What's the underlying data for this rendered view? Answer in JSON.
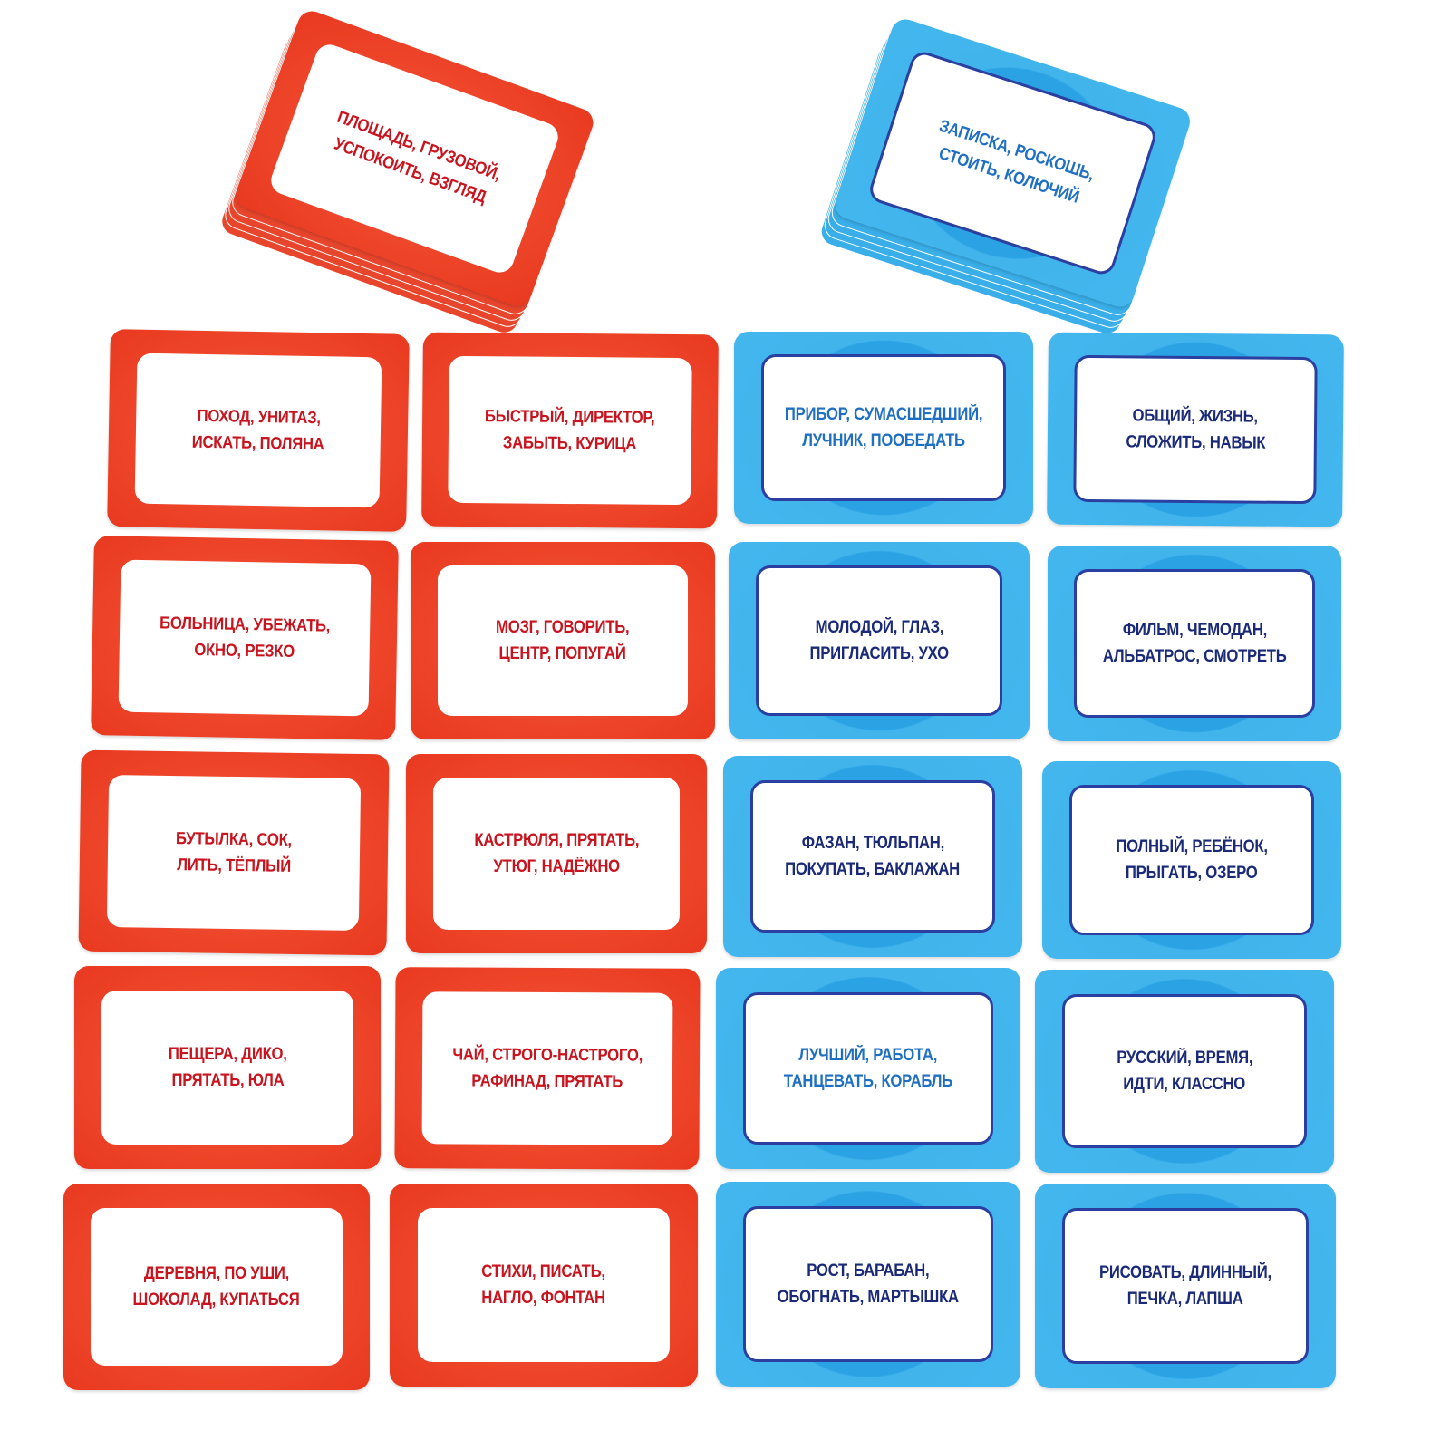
{
  "colors": {
    "red_card": "#f04a2e",
    "blue_card": "#2aa2e4",
    "red_text": "#c8141e",
    "blue_text": "#1f6fc2",
    "navy_text": "#1a2a78"
  },
  "decks": [
    {
      "color": "red",
      "text": "red_text",
      "lines": [
        "ПЛОЩАДЬ, ГРУЗОВОЙ,",
        "УСПОКОИТЬ, ВЗГЛЯД"
      ]
    },
    {
      "color": "blue",
      "text": "blue_text",
      "lines": [
        "ЗАПИСКА, РОСКОШЬ,",
        "СТОИТЬ, КОЛЮЧИЙ"
      ]
    }
  ],
  "cards": [
    {
      "color": "red",
      "text": "red_text",
      "lines": [
        "ПОХОД, УНИТАЗ,",
        "ИСКАТЬ, ПОЛЯНА"
      ]
    },
    {
      "color": "red",
      "text": "red_text",
      "lines": [
        "БЫСТРЫЙ, ДИРЕКТОР,",
        "ЗАБЫТЬ, КУРИЦА"
      ]
    },
    {
      "color": "blue",
      "text": "blue_text",
      "lines": [
        "ПРИБОР, СУМАСШЕДШИЙ,",
        "ЛУЧНИК, ПООБЕДАТЬ"
      ]
    },
    {
      "color": "blue",
      "text": "navy_text",
      "lines": [
        "ОБЩИЙ, ЖИЗНЬ,",
        "СЛОЖИТЬ, НАВЫК"
      ]
    },
    {
      "color": "red",
      "text": "red_text",
      "lines": [
        "БОЛЬНИЦА, УБЕЖАТЬ,",
        "ОКНО, РЕЗКО"
      ]
    },
    {
      "color": "red",
      "text": "red_text",
      "lines": [
        "МОЗГ, ГОВОРИТЬ,",
        "ЦЕНТР, ПОПУГАЙ"
      ]
    },
    {
      "color": "blue",
      "text": "navy_text",
      "lines": [
        "МОЛОДОЙ, ГЛАЗ,",
        "ПРИГЛАСИТЬ, УХО"
      ]
    },
    {
      "color": "blue",
      "text": "navy_text",
      "lines": [
        "ФИЛЬМ, ЧЕМОДАН,",
        "АЛЬБАТРОС, СМОТРЕТЬ"
      ]
    },
    {
      "color": "red",
      "text": "red_text",
      "lines": [
        "БУТЫЛКА, СОК,",
        "ЛИТЬ, ТЁПЛЫЙ"
      ]
    },
    {
      "color": "red",
      "text": "red_text",
      "lines": [
        "КАСТРЮЛЯ, ПРЯТАТЬ,",
        "УТЮГ, НАДЁЖНО"
      ]
    },
    {
      "color": "blue",
      "text": "navy_text",
      "lines": [
        "ФАЗАН, ТЮЛЬПАН,",
        "ПОКУПАТЬ, БАКЛАЖАН"
      ]
    },
    {
      "color": "blue",
      "text": "navy_text",
      "lines": [
        "ПОЛНЫЙ, РЕБЁНОК,",
        "ПРЫГАТЬ, ОЗЕРО"
      ]
    },
    {
      "color": "red",
      "text": "red_text",
      "lines": [
        "ПЕЩЕРА, ДИКО,",
        "ПРЯТАТЬ, ЮЛА"
      ]
    },
    {
      "color": "red",
      "text": "red_text",
      "lines": [
        "ЧАЙ, СТРОГО-НАСТРОГО,",
        "РАФИНАД, ПРЯТАТЬ"
      ]
    },
    {
      "color": "blue",
      "text": "blue_text",
      "lines": [
        "ЛУЧШИЙ, РАБОТА,",
        "ТАНЦЕВАТЬ, КОРАБЛЬ"
      ]
    },
    {
      "color": "blue",
      "text": "navy_text",
      "lines": [
        "РУССКИЙ, ВРЕМЯ,",
        "ИДТИ, КЛАССНО"
      ]
    },
    {
      "color": "red",
      "text": "red_text",
      "lines": [
        "ДЕРЕВНЯ, ПО УШИ,",
        "ШОКОЛАД, КУПАТЬСЯ"
      ]
    },
    {
      "color": "red",
      "text": "red_text",
      "lines": [
        "СТИХИ, ПИСАТЬ,",
        "НАГЛО, ФОНТАН"
      ]
    },
    {
      "color": "blue",
      "text": "navy_text",
      "lines": [
        "РОСТ, БАРАБАН,",
        "ОБОГНАТЬ, МАРТЫШКА"
      ]
    },
    {
      "color": "blue",
      "text": "navy_text",
      "lines": [
        "РИСОВАТЬ, ДЛИННЫЙ,",
        "ПЕЧКА, ЛАПША"
      ]
    }
  ]
}
